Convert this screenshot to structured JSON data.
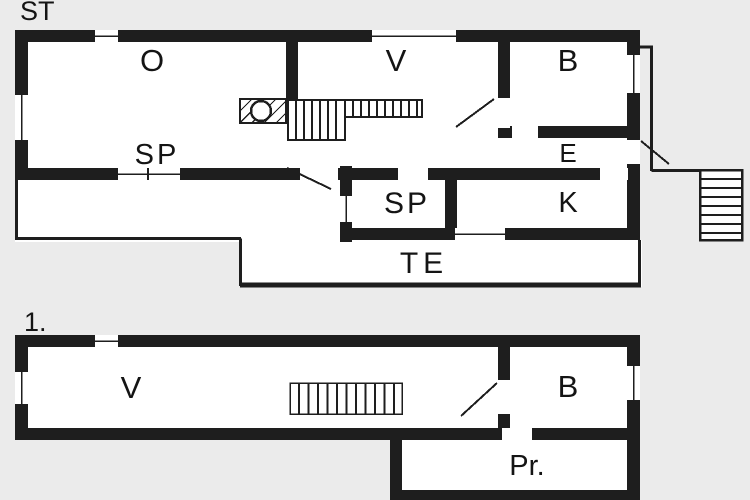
{
  "colors": {
    "background": "#ebebeb",
    "wall": "#1e1e1e",
    "room_fill": "#ffffff",
    "line": "#1e1e1e",
    "text": "#141414"
  },
  "st_plan": {
    "title": "ST",
    "rooms": {
      "o": "O",
      "v": "V",
      "b": "B",
      "sp_left": "SP",
      "e": "E",
      "sp_mid": "SP",
      "k": "K",
      "te": "TE"
    }
  },
  "first_plan": {
    "title": "1.",
    "rooms": {
      "v": "V",
      "b": "B",
      "pr": "Pr."
    }
  }
}
